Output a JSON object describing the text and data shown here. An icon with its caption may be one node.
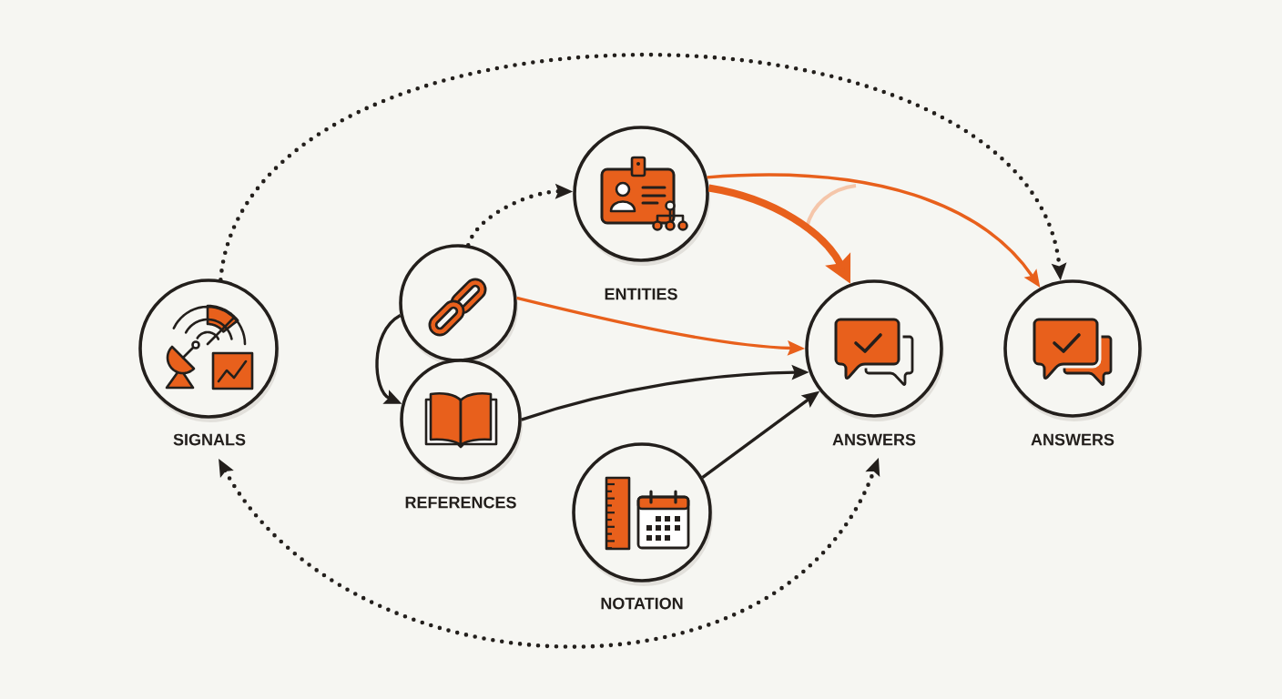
{
  "diagram": {
    "nodes": [
      {
        "text": [
          "SIGNALS"
        ]
      },
      {
        "text": [
          "ENTITIES"
        ]
      },
      {
        "text": [],
        "shape": "circle"
      },
      {
        "text": [
          "REFERENCES"
        ]
      },
      {
        "text": [
          "NOTATION"
        ]
      },
      {
        "text": [
          "ANSWERS"
        ]
      },
      {
        "text": [
          "ANSWERS"
        ]
      }
    ],
    "edges": [
      {
        "from": 0,
        "to": 6,
        "arrow": "to",
        "style": "dashed"
      },
      {
        "from": 0,
        "to": 5,
        "arrow": "both",
        "style": "dashed"
      },
      {
        "from": 2,
        "to": 1,
        "arrow": "to",
        "style": "dashed"
      },
      {
        "from": 2,
        "to": 3,
        "arrow": "to"
      },
      {
        "from": 2,
        "to": 5,
        "arrow": "to",
        "color": "#e8601c"
      },
      {
        "from": 3,
        "to": 5,
        "arrow": "to"
      },
      {
        "from": 4,
        "to": 5,
        "arrow": "to"
      },
      {
        "from": 1,
        "to": 5,
        "arrow": "to",
        "style": "thick",
        "color": "#e8601c"
      },
      {
        "from": 1,
        "to": 6,
        "arrow": "to",
        "color": "#e8601c"
      }
    ]
  }
}
